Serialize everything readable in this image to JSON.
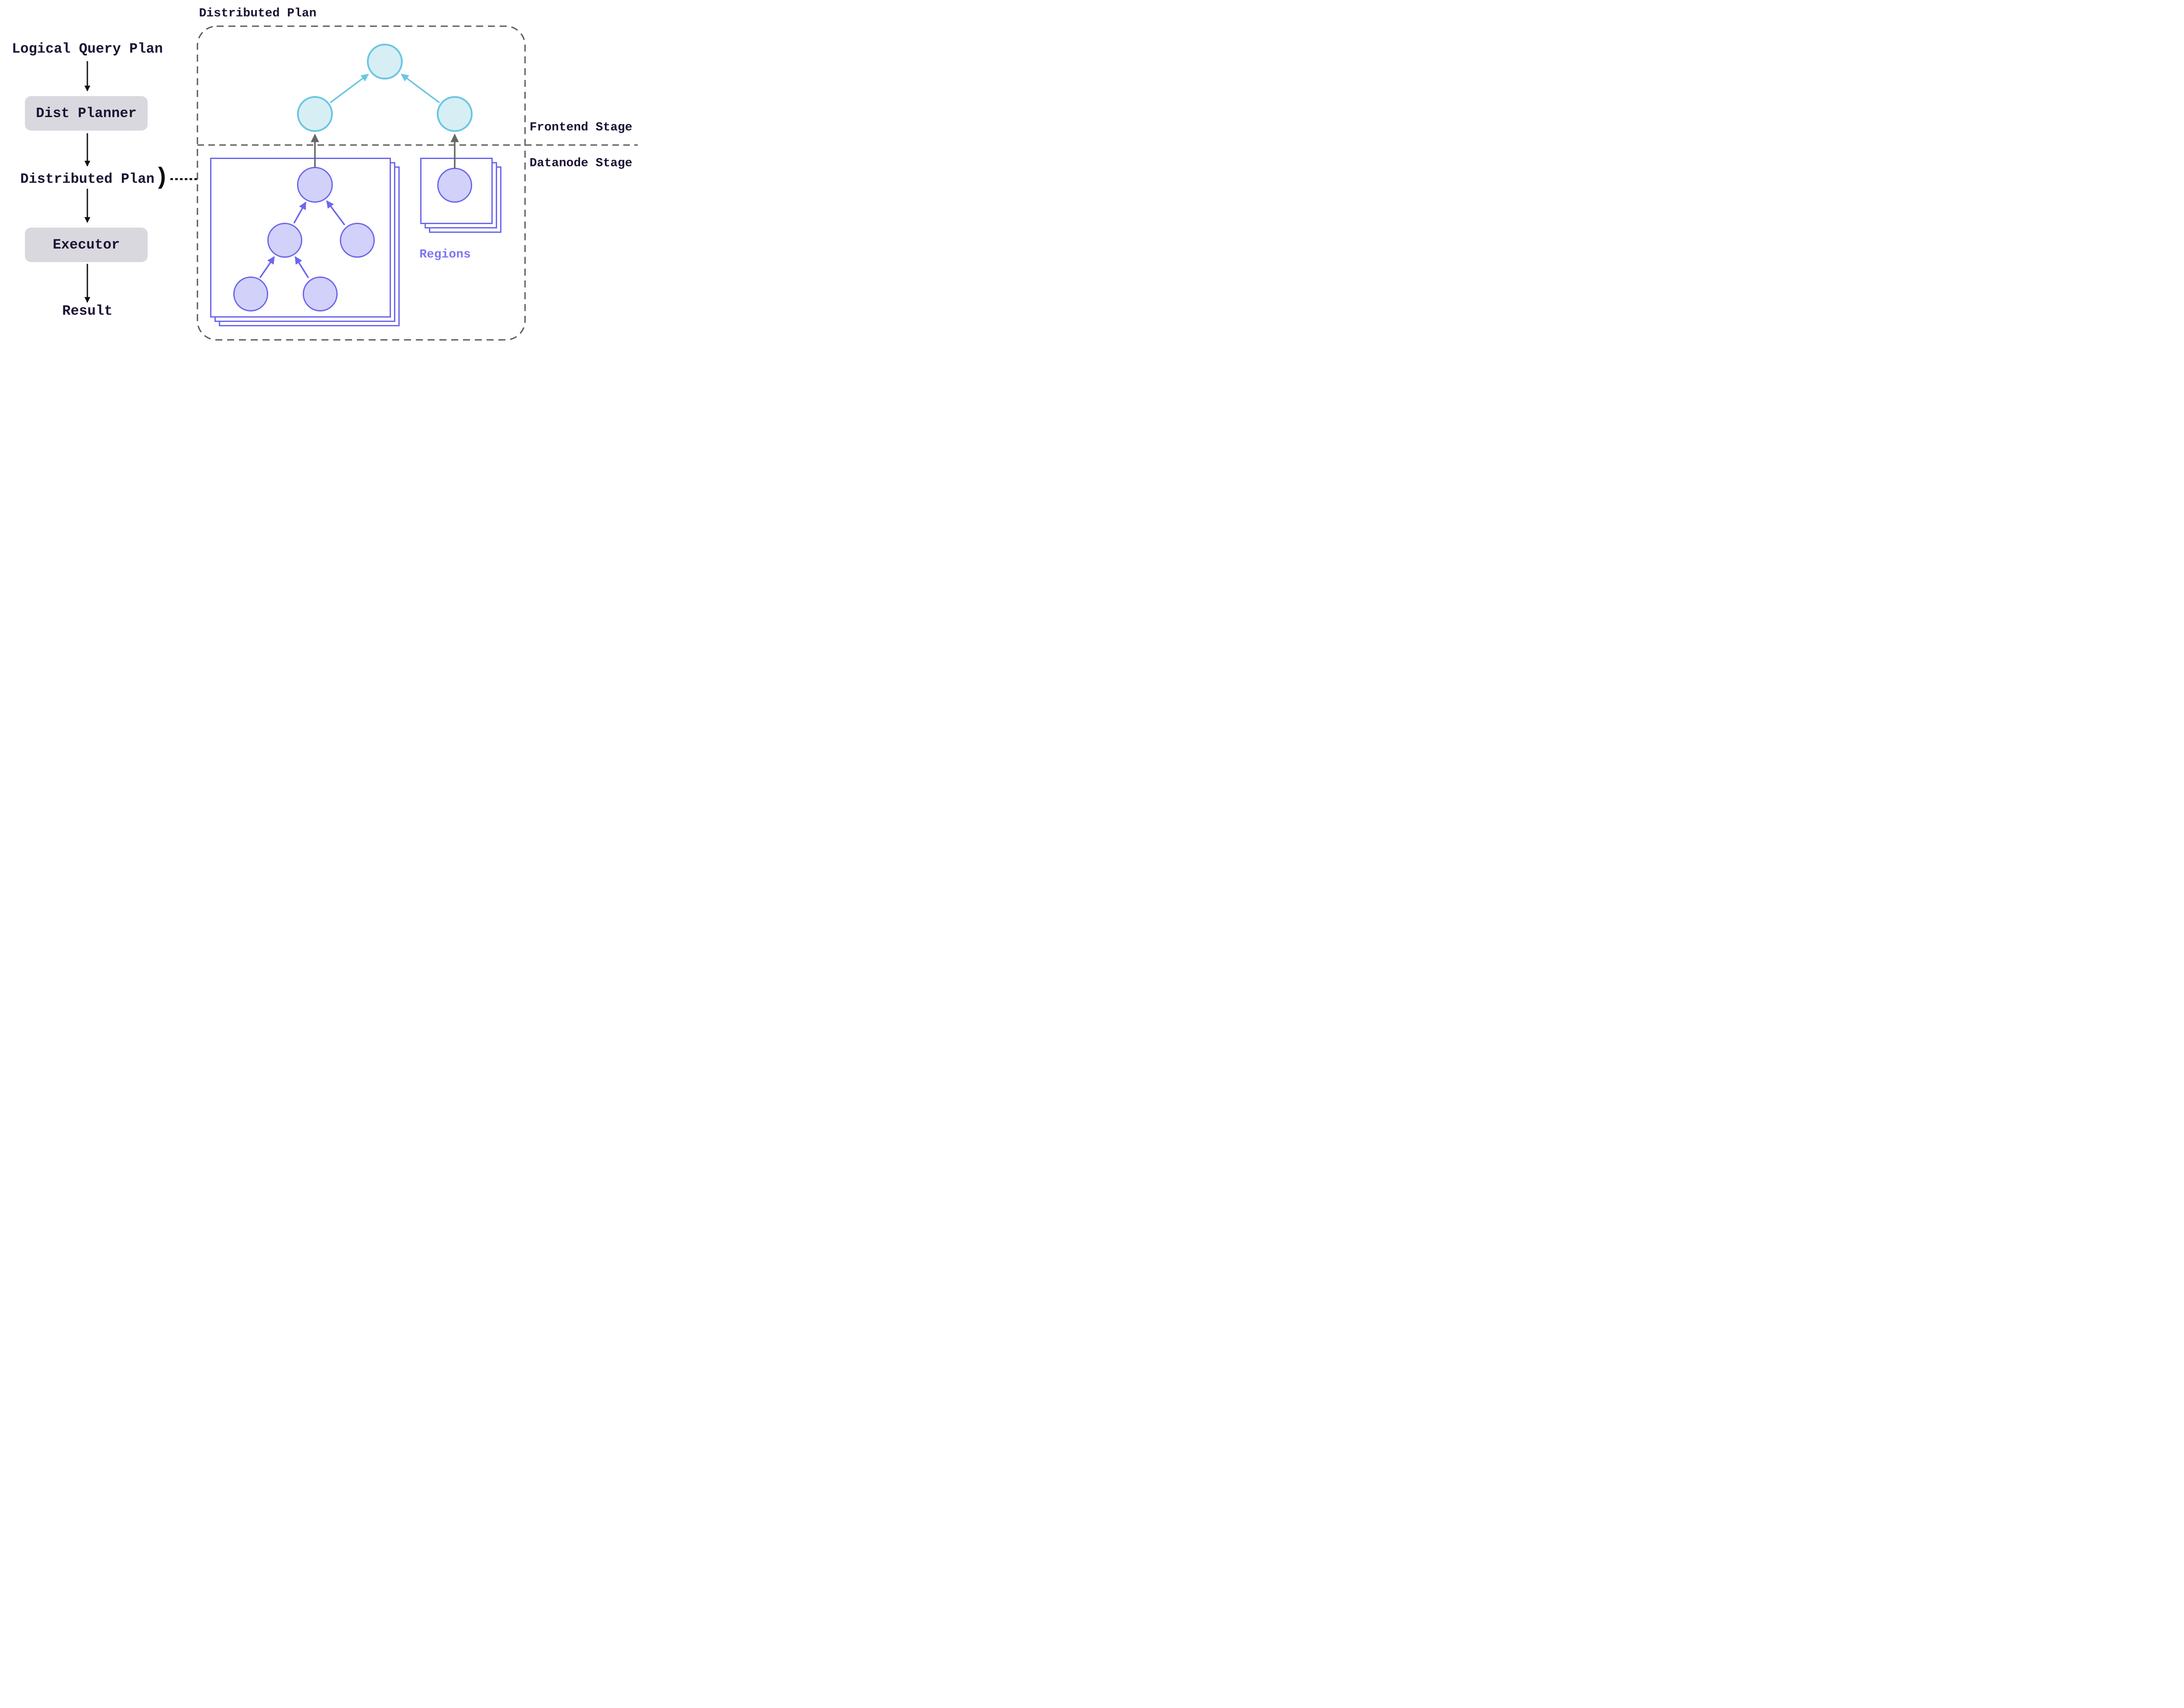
{
  "left_flow": {
    "logical_query_plan": "Logical Query Plan",
    "dist_planner": "Dist Planner",
    "distributed_plan": "Distributed Plan",
    "brace_glyph": ")",
    "executor": "Executor",
    "result": "Result"
  },
  "distributed_plan_panel": {
    "title": "Distributed Plan",
    "frontend_stage_label": "Frontend Stage",
    "datanode_stage_label": "Datanode Stage",
    "regions_label": "Regions",
    "frontend_node_count": 3,
    "datanode_tree_node_count": 5,
    "region_box_node_count": 1
  },
  "colors": {
    "ink": "#1d1233",
    "flow_box_fill": "#d9d8de",
    "frontend_node_fill": "#d7eef5",
    "frontend_node_stroke": "#6ac6e2",
    "datanode_node_fill": "#d2d1f9",
    "datanode_node_stroke": "#6c66ef",
    "panel_border": "#595959",
    "stage_divider": "#6e6e6e",
    "node_arrow": "#666666",
    "flow_arrow": "#111111",
    "regions_text": "#7d76f2"
  }
}
